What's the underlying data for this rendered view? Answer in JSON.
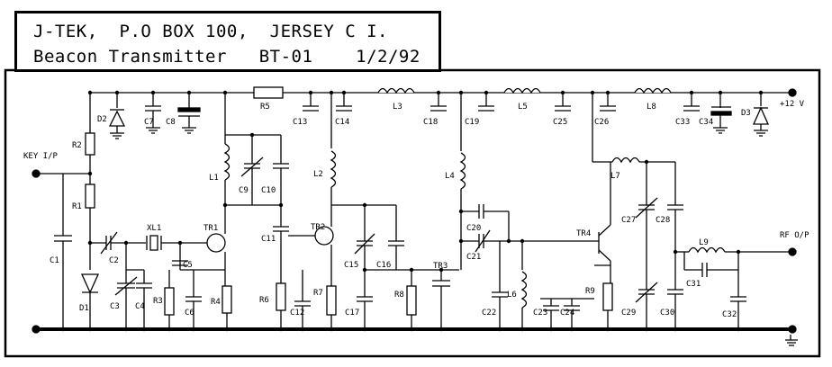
{
  "title": {
    "line1": "J-TEK,  P.O BOX 100,  JERSEY C I.",
    "line2": "Beacon Transmitter   BT-01    1/2/92"
  },
  "io_labels": {
    "key": "KEY I/P",
    "rf": "RF O/P",
    "supply": "+12 V"
  },
  "components": {
    "D2": "D2",
    "C7": "C7",
    "C8": "C8",
    "R5": "R5",
    "C13": "C13",
    "C14": "C14",
    "L3": "L3",
    "C18": "C18",
    "C19": "C19",
    "L5": "L5",
    "C25": "C25",
    "C26": "C26",
    "L8": "L8",
    "C33": "C33",
    "C34": "C34",
    "D3": "D3",
    "R2": "R2",
    "R1": "R1",
    "C1": "C1",
    "D1": "D1",
    "C2": "C2",
    "XL1": "XL1",
    "C3": "C3",
    "C4": "C4",
    "C5": "C5",
    "R3": "R3",
    "C6": "C6",
    "R4": "R4",
    "TR1": "TR1",
    "L1": "L1",
    "C9": "C9",
    "C10": "C10",
    "C11": "C11",
    "R6": "R6",
    "L2": "L2",
    "TR2": "TR2",
    "C12": "C12",
    "R7": "R7",
    "C15": "C15",
    "C16": "C16",
    "C17": "C17",
    "R8": "R8",
    "TR3": "TR3",
    "L4": "L4",
    "C20": "C20",
    "C21": "C21",
    "C22": "C22",
    "L6": "L6",
    "C23": "C23",
    "C24": "C24",
    "TR4": "TR4",
    "R9": "R9",
    "L7": "L7",
    "C27": "C27",
    "C28": "C28",
    "C29": "C29",
    "C30": "C30",
    "L9": "L9",
    "C31": "C31",
    "C32": "C32"
  }
}
